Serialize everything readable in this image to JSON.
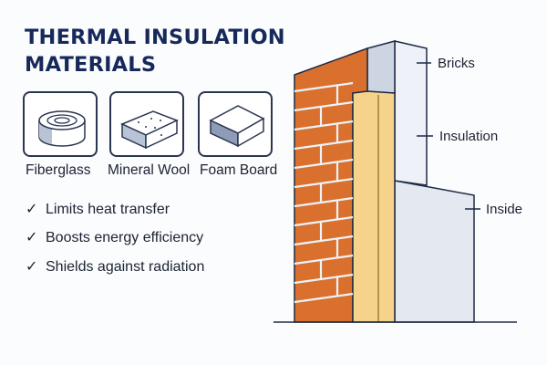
{
  "title_lines": [
    "THERMAL INSULATION",
    "MATERIALS"
  ],
  "materials": [
    {
      "label": "Fiberglass",
      "icon": "fiberglass-roll-icon"
    },
    {
      "label": "Mineral Wool",
      "icon": "mineral-wool-block-icon"
    },
    {
      "label": "Foam Board",
      "icon": "foam-board-icon"
    }
  ],
  "benefits": [
    "Limits heat transfer",
    "Boosts energy efficiency",
    "Shields against radiation"
  ],
  "check_glyph": "✓",
  "diagram_labels": {
    "bricks": "Bricks",
    "insulation": "Insulation",
    "inside": "Inside"
  },
  "colors": {
    "title": "#16295a",
    "brick": "#d9702e",
    "mortar": "#eef3f8",
    "insulation": "#f6d38a",
    "panel": "#e6eaf3"
  }
}
